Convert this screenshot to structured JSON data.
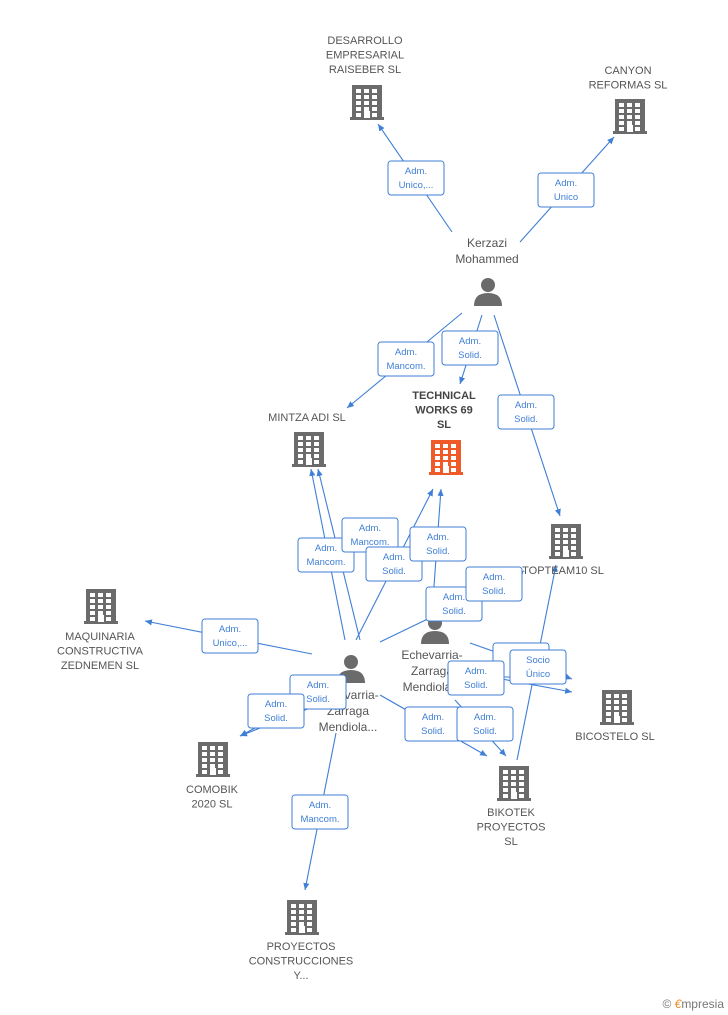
{
  "nodes": [
    {
      "id": "desarrollo",
      "type": "company",
      "lines": [
        "DESARROLLO",
        "EMPRESARIAL",
        "RAISEBER  SL"
      ]
    },
    {
      "id": "canyon",
      "type": "company",
      "lines": [
        "CANYON",
        "REFORMAS  SL"
      ]
    },
    {
      "id": "kerzazi",
      "type": "person",
      "lines": [
        "Kerzazi",
        "Mohammed"
      ]
    },
    {
      "id": "mintza",
      "type": "company",
      "lines": [
        "MINTZA ADI  SL"
      ]
    },
    {
      "id": "technical",
      "type": "company-focus",
      "lines": [
        "TECHNICAL",
        "WORKS 69",
        "SL"
      ]
    },
    {
      "id": "topteam",
      "type": "company",
      "lines": [
        "TOPTEAM10  SL"
      ]
    },
    {
      "id": "maquinaria",
      "type": "company",
      "lines": [
        "MAQUINARIA",
        "CONSTRUCTIVA",
        "ZEDNEMEN  SL"
      ]
    },
    {
      "id": "echevarria2",
      "type": "person",
      "lines": [
        "Echevarria-",
        "Zarraga",
        "Mendiola..."
      ]
    },
    {
      "id": "echevarria1",
      "type": "person",
      "lines": [
        "Echevarria-",
        "Zarraga",
        "Mendiola..."
      ]
    },
    {
      "id": "bicostelo",
      "type": "company",
      "lines": [
        "BICOSTELO  SL"
      ]
    },
    {
      "id": "comobik",
      "type": "company",
      "lines": [
        "COMOBIK",
        "2020  SL"
      ]
    },
    {
      "id": "bikotek",
      "type": "company",
      "lines": [
        "BIKOTEK",
        "PROYECTOS",
        "SL"
      ]
    },
    {
      "id": "proyectos",
      "type": "company",
      "lines": [
        "PROYECTOS",
        "CONSTRUCCIONES",
        "Y..."
      ]
    }
  ],
  "edges": [
    {
      "from": "kerzazi",
      "to": "desarrollo",
      "label": [
        "Adm.",
        "Unico,..."
      ]
    },
    {
      "from": "kerzazi",
      "to": "canyon",
      "label": [
        "Adm.",
        "Unico"
      ]
    },
    {
      "from": "kerzazi",
      "to": "mintza",
      "label": [
        "Adm.",
        "Mancom."
      ]
    },
    {
      "from": "kerzazi",
      "to": "technical",
      "label": [
        "Adm.",
        "Solid."
      ]
    },
    {
      "from": "kerzazi",
      "to": "topteam",
      "label": [
        "Adm.",
        "Solid."
      ]
    },
    {
      "from": "echevarria1",
      "to": "mintza",
      "label": [
        "Adm.",
        "Mancom."
      ]
    },
    {
      "from": "echevarria1",
      "to": "mintza",
      "label": [
        "Adm.",
        "Mancom."
      ]
    },
    {
      "from": "echevarria1",
      "to": "technical",
      "label": [
        "Adm.",
        "Solid."
      ]
    },
    {
      "from": "echevarria2",
      "to": "technical",
      "label": [
        "Adm.",
        "Solid."
      ]
    },
    {
      "from": "echevarria1",
      "to": "topteam",
      "label": [
        "Adm.",
        "Solid."
      ]
    },
    {
      "from": "echevarria1",
      "to": "topteam",
      "label": [
        "Adm.",
        "Solid."
      ]
    },
    {
      "from": "echevarria1",
      "to": "maquinaria",
      "label": [
        "Adm.",
        "Unico,..."
      ]
    },
    {
      "from": "echevarria2",
      "to": "bicostelo",
      "label": [
        "Adm.",
        "Solid."
      ]
    },
    {
      "from": "echevarria2",
      "to": "bicostelo",
      "label": [
        "Adm.",
        "Solid."
      ]
    },
    {
      "from": "bikotek",
      "to": "topteam",
      "label": [
        "Socio",
        "Único"
      ]
    },
    {
      "from": "echevarria1",
      "to": "comobik",
      "label": [
        "Adm.",
        "Solid."
      ]
    },
    {
      "from": "echevarria1",
      "to": "comobik",
      "label": [
        "Adm.",
        "Solid."
      ]
    },
    {
      "from": "echevarria1",
      "to": "bikotek",
      "label": [
        "Adm.",
        "Solid."
      ]
    },
    {
      "from": "echevarria2",
      "to": "bikotek",
      "label": [
        "Adm.",
        "Solid."
      ]
    },
    {
      "from": "echevarria1",
      "to": "proyectos",
      "label": [
        "Adm.",
        "Mancom."
      ]
    }
  ],
  "footer": {
    "copyright": "©",
    "brand_initial": "€",
    "brand_rest": "mpresia"
  },
  "colors": {
    "edge": "#3f7fd6",
    "company_icon": "#6b6b6b",
    "focus_icon": "#f05a28",
    "person_icon": "#6b6b6b"
  }
}
